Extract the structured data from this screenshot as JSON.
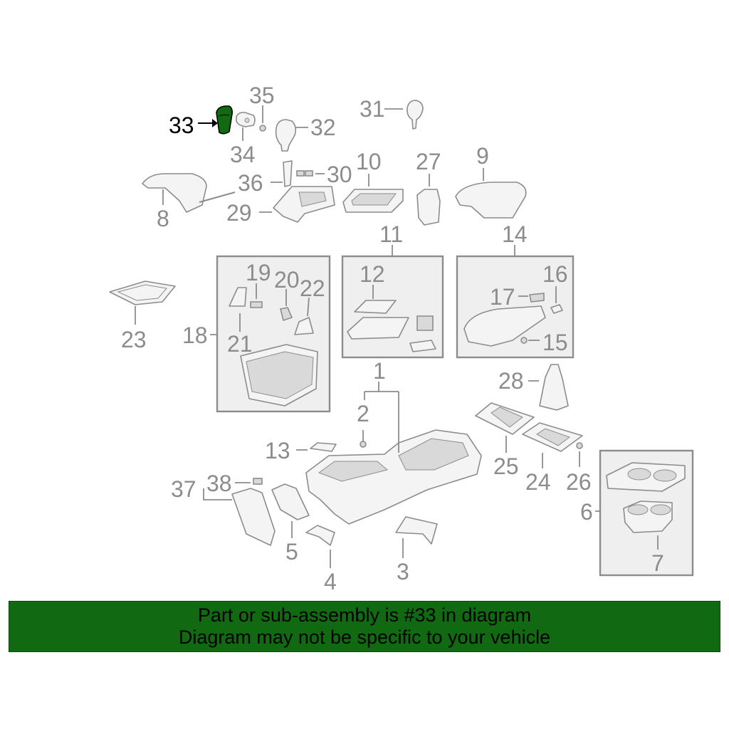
{
  "callouts": {
    "c1": "1",
    "c2": "2",
    "c3": "3",
    "c4": "4",
    "c5": "5",
    "c6": "6",
    "c7": "7",
    "c8": "8",
    "c9": "9",
    "c10": "10",
    "c11": "11",
    "c12": "12",
    "c13": "13",
    "c14": "14",
    "c15": "15",
    "c16": "16",
    "c17": "17",
    "c18": "18",
    "c19": "19",
    "c20": "20",
    "c21": "21",
    "c22": "22",
    "c23": "23",
    "c24": "24",
    "c25": "25",
    "c26": "26",
    "c27": "27",
    "c28": "28",
    "c29": "29",
    "c30": "30",
    "c31": "31",
    "c32": "32",
    "c33": "33",
    "c34": "34",
    "c35": "35",
    "c36": "36",
    "c37": "37",
    "c38": "38"
  },
  "highlight": {
    "part": "33",
    "color": "#116a11"
  },
  "banner": {
    "line1": "Part or sub-assembly is #33 in diagram",
    "line2": "Diagram may not be specific to your vehicle",
    "background": "#116a11"
  }
}
